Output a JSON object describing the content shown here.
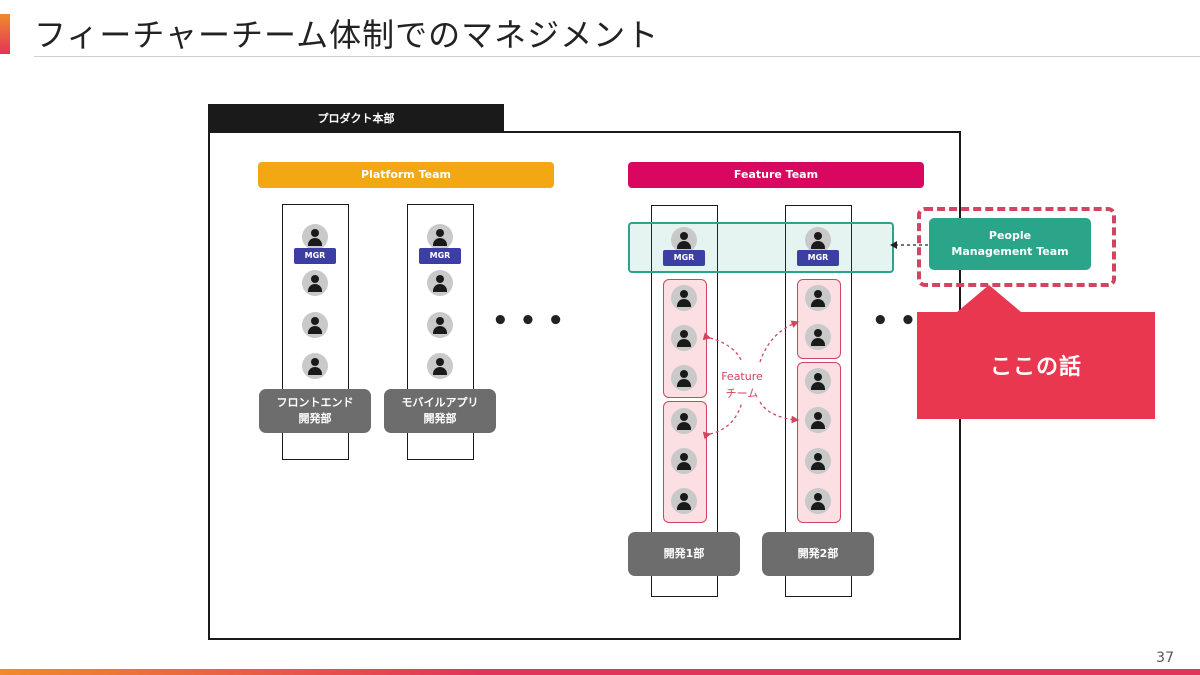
{
  "slide": {
    "title": "フィーチャーチーム体制でのマネジメント",
    "page_number": "37"
  },
  "org": {
    "title": "プロダクト本部",
    "platform_team_label": "Platform Team",
    "feature_team_label": "Feature Team",
    "manager_label": "MGR",
    "ellipsis": "• • •",
    "departments": [
      {
        "line1": "フロントエンド",
        "line2": "開発部"
      },
      {
        "line1": "モバイルアプリ",
        "line2": "開発部"
      },
      {
        "line1": "開発1部",
        "line2": ""
      },
      {
        "line1": "開発2部",
        "line2": ""
      }
    ],
    "feature_squad_label": {
      "line1": "Feature",
      "line2": "チーム"
    },
    "people_management_team": {
      "line1": "People",
      "line2": "Management Team"
    },
    "callout": "ここの話"
  },
  "colors": {
    "platform": "#f3a712",
    "feature": "#d9075f",
    "manager_badge": "#3c3ea3",
    "people_management": "#2aa58a",
    "callout": "#e8374f",
    "department": "#6d6d6d"
  }
}
